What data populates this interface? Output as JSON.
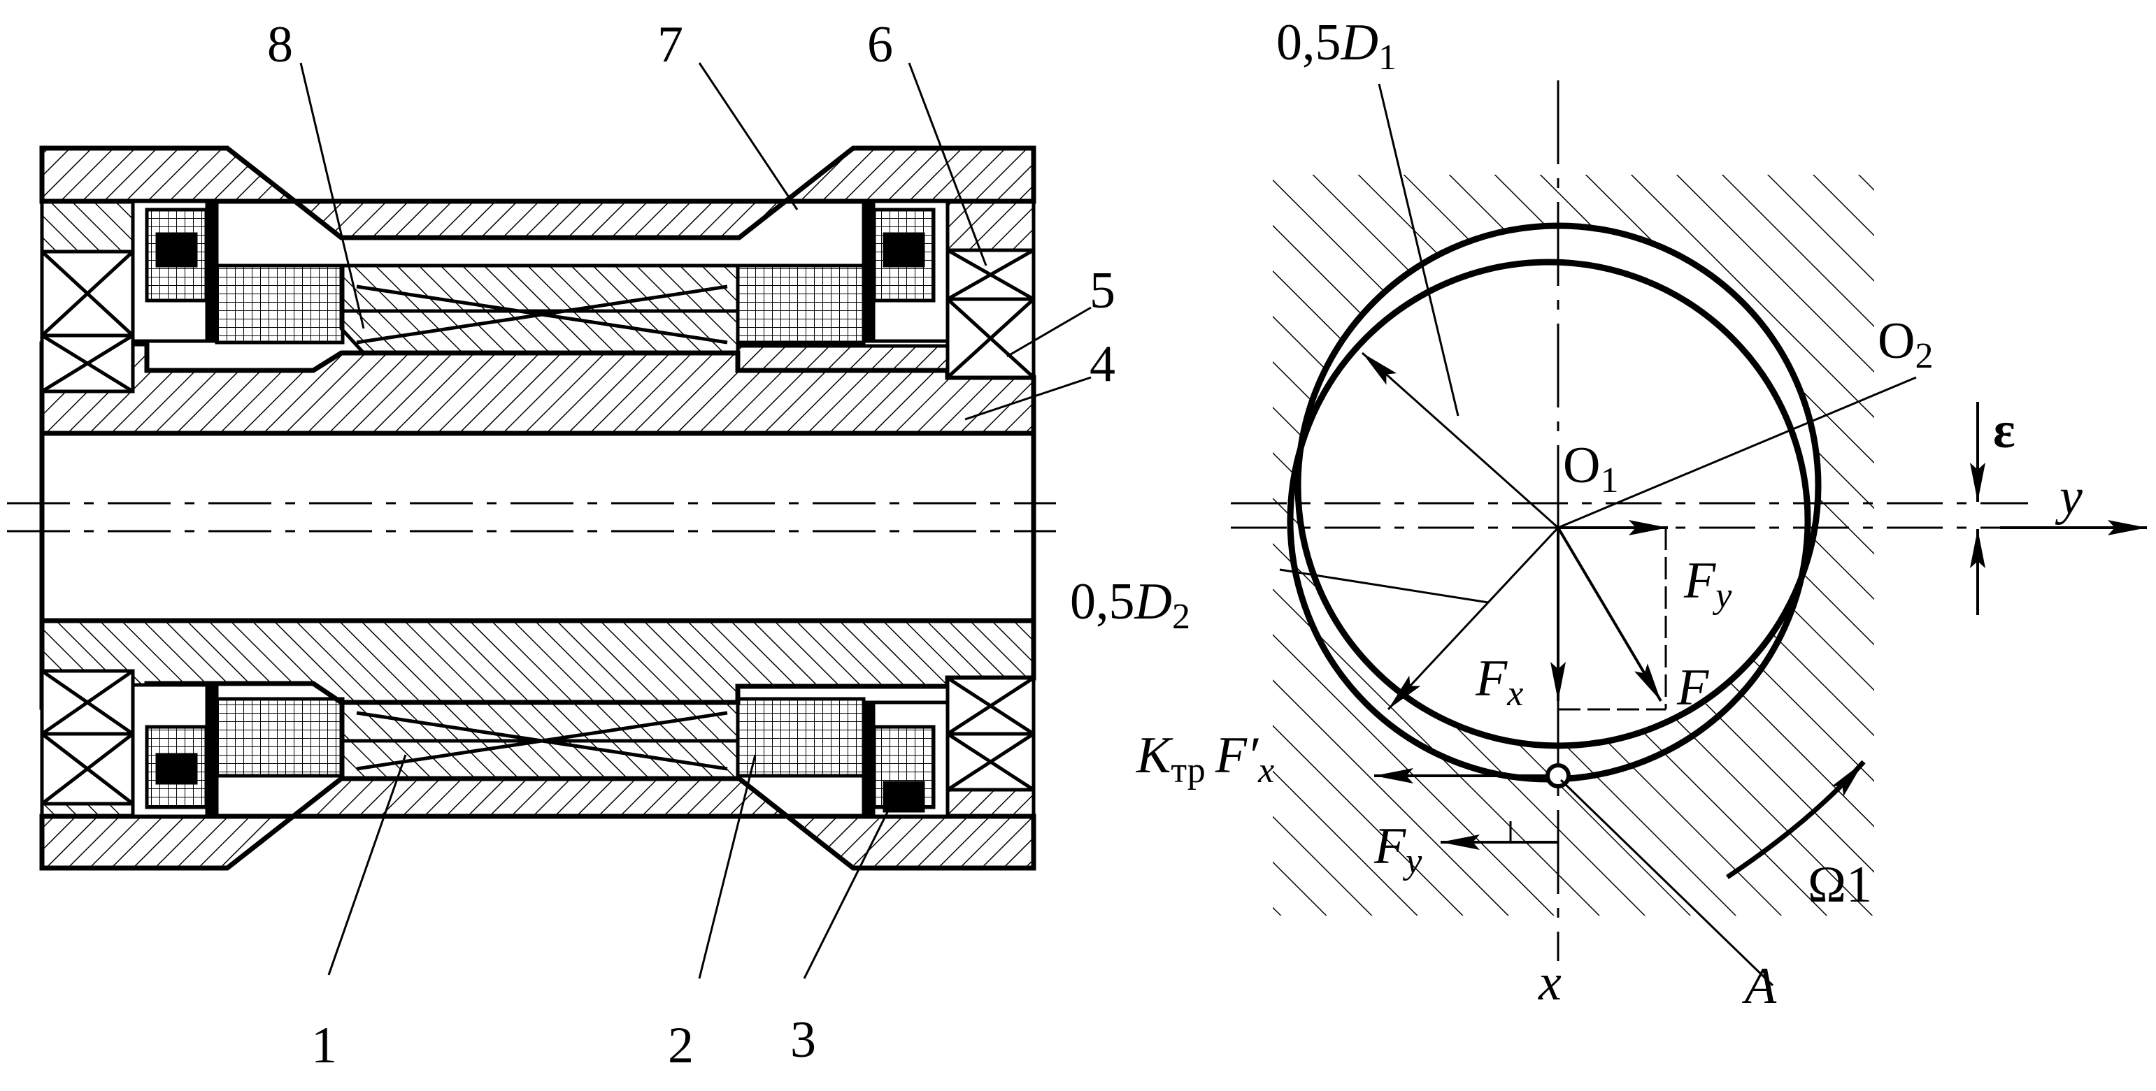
{
  "left_view": {
    "callouts": {
      "c1": "1",
      "c2": "2",
      "c3": "3",
      "c4": "4",
      "c5": "5",
      "c6": "6",
      "c7": "7",
      "c8": "8"
    }
  },
  "right_view": {
    "d1": {
      "base": "0,5",
      "var": "D",
      "sub": "1"
    },
    "d2": {
      "base": "0,5",
      "var": "D",
      "sub": "2"
    },
    "o1": {
      "base": "O",
      "sub": "1"
    },
    "o2": {
      "base": "O",
      "sub": "2"
    },
    "eps": "ε",
    "y_axis": "y",
    "x_axis": "x",
    "fy_upper": {
      "var": "F",
      "sub": "y"
    },
    "fx": {
      "var": "F",
      "sub": "x"
    },
    "f": "F",
    "ktr": {
      "var": "K",
      "sub": "тр",
      "var2": "F′",
      "sub2": "x"
    },
    "fy_lower": {
      "var": "F",
      "sub": "y"
    },
    "point_a": "A",
    "omega": "Ω1"
  }
}
